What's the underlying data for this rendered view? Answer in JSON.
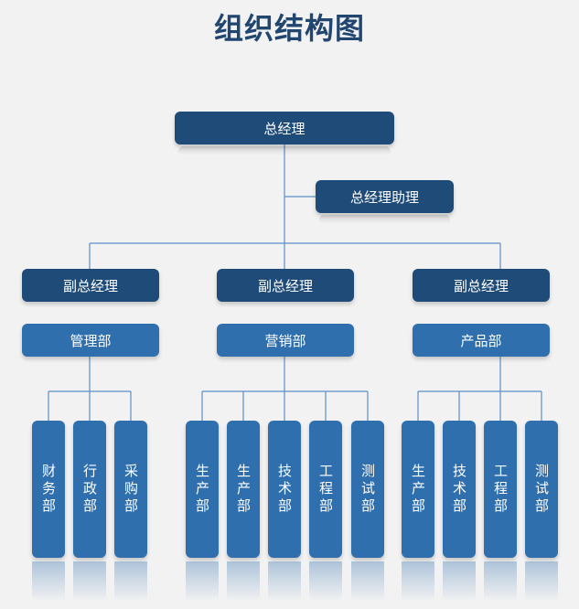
{
  "title": "组织结构图",
  "ceo": "总经理",
  "assistant": "总经理助理",
  "divisions": [
    {
      "vp": "副总经理",
      "dept": "管理部",
      "units": [
        "财务部",
        "行政部",
        "采购部"
      ]
    },
    {
      "vp": "副总经理",
      "dept": "营销部",
      "units": [
        "生产部",
        "生产部",
        "技术部",
        "工程部",
        "测试部"
      ]
    },
    {
      "vp": "副总经理",
      "dept": "产品部",
      "units": [
        "生产部",
        "技术部",
        "工程部",
        "测试部"
      ]
    }
  ],
  "colors": {
    "dark": "#1f4b78",
    "mid": "#2f6fae",
    "line": "#5b8fc7",
    "title": "#21466f"
  }
}
